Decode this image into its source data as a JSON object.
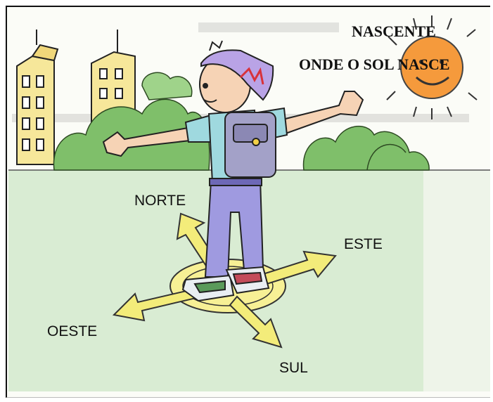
{
  "sun_label": {
    "line1": "NASCENTE",
    "line2": "ONDE O SOL NASCE"
  },
  "directions": {
    "north": "NORTE",
    "east": "ESTE",
    "south": "SUL",
    "west": "OESTE"
  },
  "colors": {
    "arrow": "#f3ec7a",
    "sun": "#f59a3c",
    "ground": "#d9ecd3",
    "boy_trousers": "#9f9ae0",
    "cap": "#b9a3e6"
  }
}
